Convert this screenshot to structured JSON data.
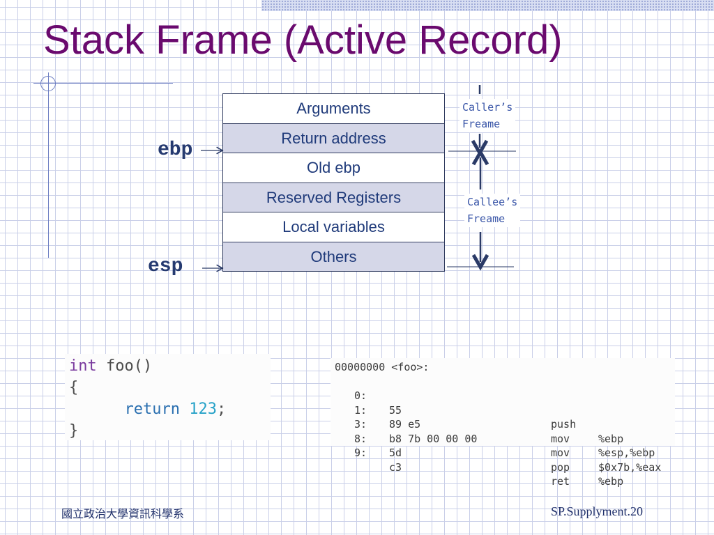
{
  "title": "Stack Frame (Active Record)",
  "stack_rows": [
    {
      "label": "Arguments",
      "shaded": false
    },
    {
      "label": "Return address",
      "shaded": true
    },
    {
      "label": "Old ebp",
      "shaded": false
    },
    {
      "label": "Reserved Registers",
      "shaded": true
    },
    {
      "label": "Local variables",
      "shaded": false
    },
    {
      "label": "Others",
      "shaded": true
    }
  ],
  "registers": {
    "ebp": "ebp",
    "esp": "esp"
  },
  "notes": {
    "caller": "Caller’s\nFreame",
    "callee": "Callee’s\nFreame"
  },
  "source_code": {
    "line1_type": "int",
    "line1_rest": " foo()",
    "line2": "{",
    "line3_indent": "      ",
    "line3_kw": "return",
    "line3_num": "123",
    "line3_end": ";",
    "line4": "}"
  },
  "disassembly": {
    "header": "00000000 <foo>:",
    "lines": [
      {
        "addr": "0:",
        "bytes": "55",
        "op": "push",
        "args": "%ebp"
      },
      {
        "addr": "1:",
        "bytes": "89 e5",
        "op": "mov",
        "args": "%esp,%ebp"
      },
      {
        "addr": "3:",
        "bytes": "b8 7b 00 00 00",
        "op": "mov",
        "args": "$0x7b,%eax"
      },
      {
        "addr": "8:",
        "bytes": "5d",
        "op": "pop",
        "args": "%ebp"
      },
      {
        "addr": "9:",
        "bytes": "c3",
        "op": "ret",
        "args": ""
      }
    ]
  },
  "footer": {
    "left": "國立政治大學資訊科學系",
    "right": "SP.Supplyment.20"
  },
  "colors": {
    "title": "#6a0a6e",
    "table_text": "#1f3a7a",
    "shaded_row": "#d5d7e8",
    "arrow": "#2a3a66"
  }
}
